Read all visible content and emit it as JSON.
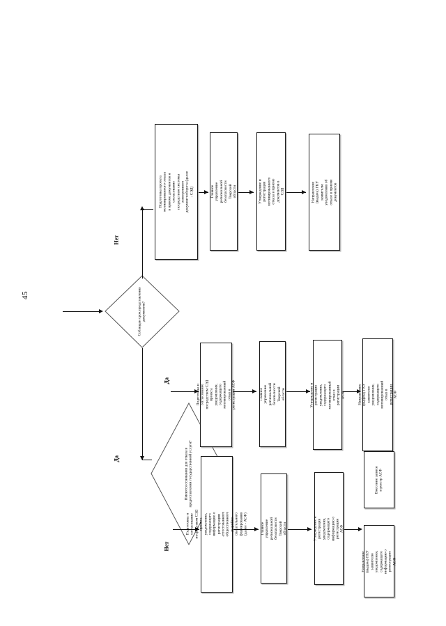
{
  "page": {
    "number": "45",
    "orientation": "rotated-90-ccw",
    "background": "#ffffff",
    "ink_color": "#111111"
  },
  "branch_labels": {
    "yes": "Да",
    "no": "Нет"
  },
  "decisions": [
    {
      "id": "d1",
      "text": "Соблюден срок представления документов?"
    },
    {
      "id": "d2",
      "text": "Имеются основания для отказа в предоставлении государственной услуги?"
    }
  ],
  "lanes": [
    {
      "id": "lane-refusal-acceptance",
      "entry_label": "Нет",
      "boxes": [
        {
          "id": "r1",
          "text": "Подготовка проекта мотивированного отказа в приеме документов и согласование посредством системы электронного документооборота (далее - СЭД)"
        },
        {
          "id": "r2",
          "text": "Главное управление региональной безопасности Тверской области"
        },
        {
          "id": "r3",
          "text": "Утверждение и регистрация мотивированного отказа в приеме документов в СЭД"
        },
        {
          "id": "r4",
          "text": "Направление (выдача) ГКУ заявителю уведомления об отказе в приеме документов"
        }
      ]
    },
    {
      "id": "lane-refusal-registration",
      "entry_label": "Да",
      "boxes": [
        {
          "id": "m1",
          "text": "Подготовка и согласование посредством СЭД проекта уведомления, содержащего мотивированный отказ в регистрации АСФ"
        },
        {
          "id": "m2",
          "text": "Главное управление региональной безопасности Тверской области"
        },
        {
          "id": "m3",
          "text": "Утверждение и регистрация уведомления, содержащего мотивированный отказ в регистрации АСФ"
        },
        {
          "id": "m4",
          "text": "Направление (выдача) ГКУ заявителю уведомления, содержащего мотивированный отказ в регистрации АСФ"
        }
      ]
    },
    {
      "id": "lane-registration",
      "entry_label": "Нет",
      "boxes": [
        {
          "id": "l1",
          "text": "Подготовка и согласование посредством СЭД проекта уведомления, содержащего информацию о регистрации аттестованного общественного аварийно-спасательного формирования (далее - АСФ)"
        },
        {
          "id": "l2",
          "text": "Главное управление региональной безопасности Тверской области"
        },
        {
          "id": "l3",
          "text": "Утверждение и регистрация уведомления, содержащего информацию о регистрации АСФ"
        },
        {
          "id": "l4",
          "text": "Направление (выдача) ГКУ заявителю уведомления, содержащего информацию о регистрации АСФ"
        },
        {
          "id": "l5",
          "text": "Внесение записи в реестр АСФ"
        }
      ]
    }
  ]
}
